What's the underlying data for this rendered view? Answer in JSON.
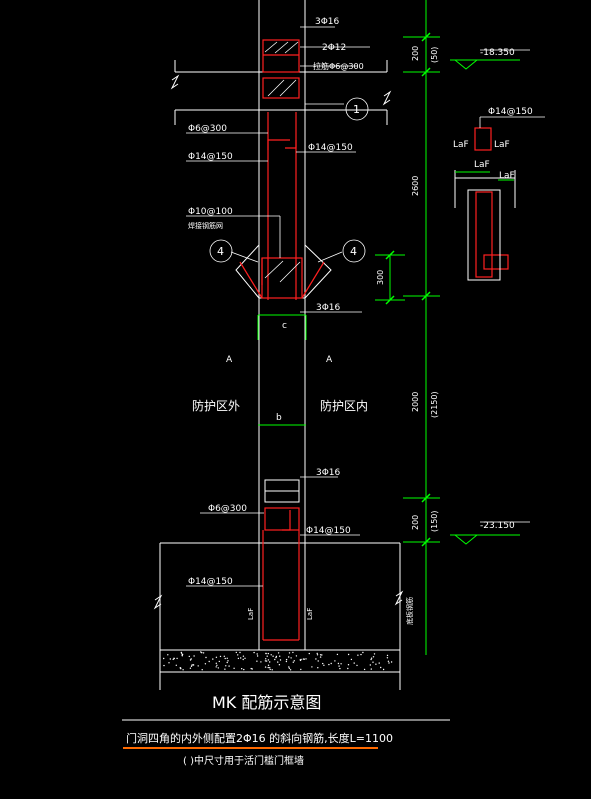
{
  "labels": {
    "top_3phi16": "3Φ16",
    "top_2phi12": "2Φ12",
    "top_stirrup": "拉筋Φ6@300",
    "left_phi6": "Φ6@300",
    "left_phi14": "Φ14@150",
    "right_phi14": "Φ14@150",
    "phi10": "Φ10@100",
    "phi10_note": "焊接钢筋网",
    "mid_3phi16": "3Φ16",
    "dim_c": "c",
    "section_a_left": "A",
    "section_a_right": "A",
    "zone_out": "防护区外",
    "zone_in": "防护区内",
    "dim_b": "b",
    "low_3phi16": "3Φ16",
    "low_phi6": "Φ6@300",
    "low_right_phi14": "Φ14@150",
    "low_left_phi14": "Φ14@150",
    "laf_left": "LaF",
    "laf_right": "LaF",
    "floor_note": "底板钢筋",
    "detail_phi14": "Φ14@150",
    "detail_laf1": "LaF",
    "detail_laf2": "LaF",
    "detail_laf3": "LaF",
    "detail_laf4": "LaF",
    "circle_1": "1",
    "circle_4a": "4",
    "circle_4b": "4"
  },
  "dimensions": {
    "d200_top": "200",
    "d50_top": "(50)",
    "d2600": "2600",
    "d300": "300",
    "d2000": "2000",
    "d2150": "(2150)",
    "d200_low": "200",
    "d150_low": "(150)"
  },
  "elevations": {
    "top": "-18.350",
    "low": "-23.150"
  },
  "title": "MK 配筋示意图",
  "notes": {
    "line1": "门洞四角的内外侧配置2Φ16 的斜向钢筋,长度L=1100",
    "line2": "( )中尺寸用于活门槛门框墙"
  },
  "colors": {
    "background": "#000000",
    "outline": "#ffffff",
    "rebar": "#ff2020",
    "dimension": "#00ff00",
    "highlight": "#ff6a00"
  }
}
